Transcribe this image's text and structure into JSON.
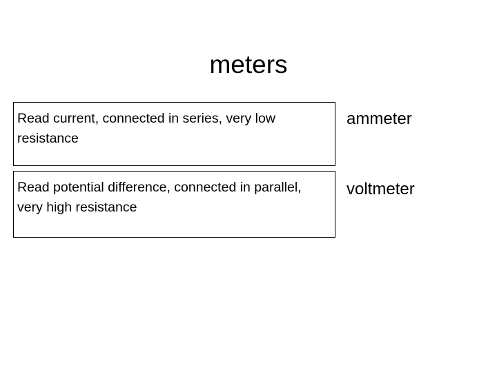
{
  "slide": {
    "title": "meters",
    "background_color": "#ffffff",
    "text_color": "#000000",
    "border_color": "#000000"
  },
  "rows": [
    {
      "description": "Read current, connected in series, very low resistance",
      "meter_name": "ammeter"
    },
    {
      "description": "Read potential difference, connected in parallel, very high resistance",
      "meter_name": "voltmeter"
    }
  ]
}
